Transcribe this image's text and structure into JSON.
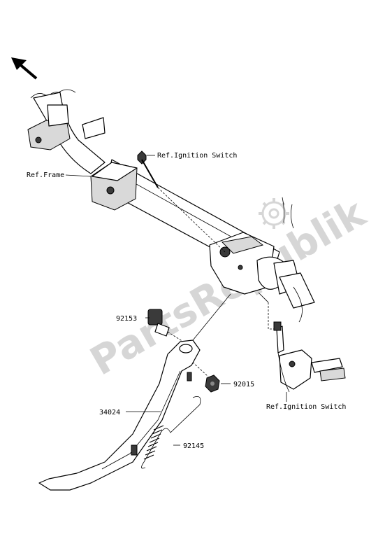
{
  "watermark": "PartsRepublik",
  "callouts": {
    "ref_frame": "Ref.Frame",
    "ref_ignition_switch_top": "Ref.Ignition Switch",
    "ref_ignition_switch_bottom": "Ref.Ignition Switch",
    "part_92153": "92153",
    "part_92015": "92015",
    "part_34024": "34024",
    "part_92145": "92145"
  },
  "icons": {
    "direction": "front-arrow-icon",
    "logo": "gear-icon"
  }
}
